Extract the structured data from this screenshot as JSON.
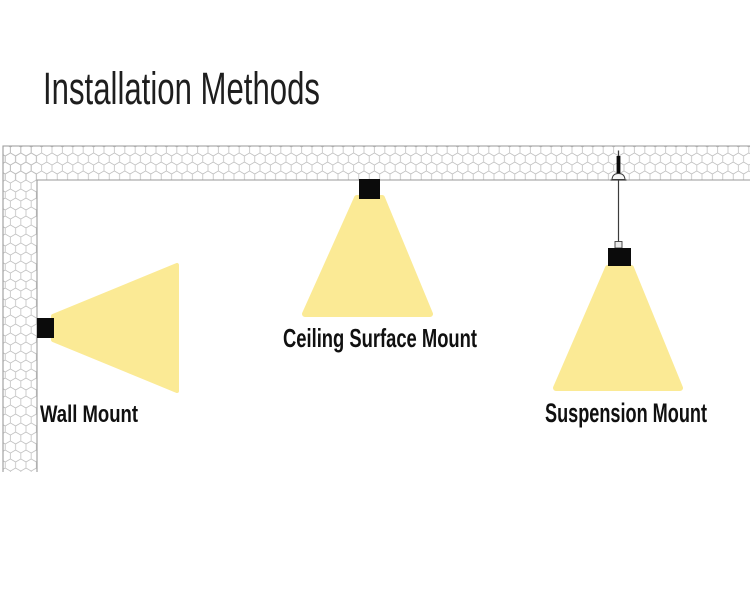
{
  "title": "Installation Methods",
  "methods": [
    {
      "label": "Wall Mount"
    },
    {
      "label": "Ceiling Surface Mount"
    },
    {
      "label": "Suspension Mount"
    }
  ],
  "icons": {
    "wall_fixture": "wall-mounted-light-fixture",
    "ceiling_fixture": "ceiling-mounted-light-fixture",
    "suspension_fixture": "suspended-light-fixture"
  },
  "colors": {
    "beam": "#FBEA95",
    "fixture": "#0b0b0b",
    "hatch": "#bcbcbc",
    "outline": "#9a9a9a",
    "title": "#1e1e1e",
    "label": "#101010",
    "wire": "#3c3c3c",
    "anchor_fill": "#f7f7f7",
    "connector_fill": "#e9e9e9"
  }
}
